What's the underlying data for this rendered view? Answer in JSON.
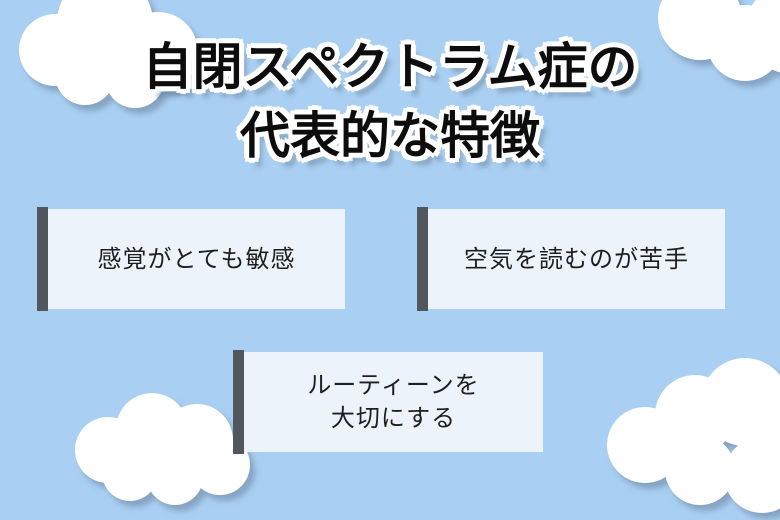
{
  "infographic": {
    "title": {
      "line1": "自閉スペクトラム症の",
      "line2": "代表的な特徴"
    },
    "cards": [
      {
        "lines": [
          "感覚がとても敏感"
        ]
      },
      {
        "lines": [
          "空気を読むのが苦手"
        ]
      },
      {
        "lines": [
          "ルーティーンを",
          "大切にする"
        ]
      }
    ],
    "colors": {
      "background": "#a9cff2",
      "card_background": "#edf3fa",
      "card_accent_bar": "#52575d",
      "title_text": "#0d0d0d",
      "title_outline": "#ffffff",
      "card_text": "#1f1f1f",
      "cloud_fill": "#ffffff"
    }
  }
}
